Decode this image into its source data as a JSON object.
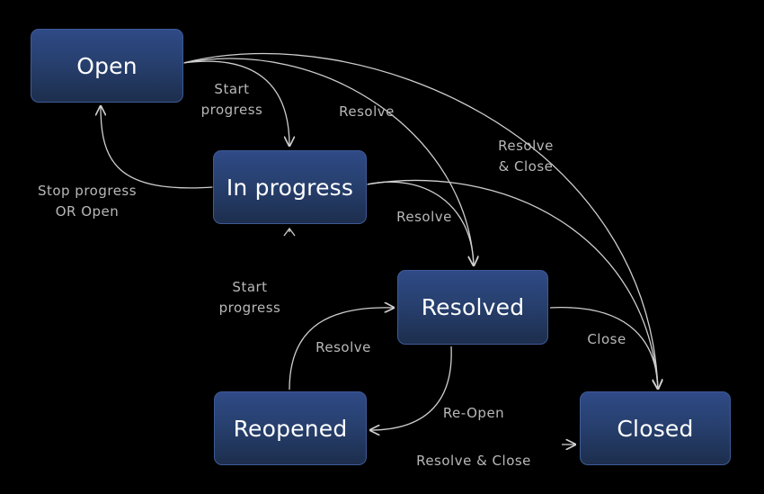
{
  "states": {
    "open": "Open",
    "in_progress": "In progress",
    "resolved": "Resolved",
    "reopened": "Reopened",
    "closed": "Closed"
  },
  "transitions": {
    "open_to_in_progress": "Start\nprogress",
    "open_to_resolved": "Resolve",
    "open_to_closed": "Resolve\n& Close",
    "in_progress_to_open": "Stop progress\nOR Open",
    "in_progress_to_resolved": "Resolve",
    "reopened_to_in_progress": "Start\nprogress",
    "reopened_to_resolved": "Resolve",
    "resolved_to_closed": "Close",
    "resolved_to_reopened": "Re-Open",
    "reopened_to_closed": "Resolve & Close"
  },
  "colors": {
    "background": "#000000",
    "state_fill_top": "#2f4a86",
    "state_fill_bottom": "#1d2e4d",
    "state_text": "#ffffff",
    "edge": "#cfcfcf",
    "label_text": "#b8b8b8"
  }
}
